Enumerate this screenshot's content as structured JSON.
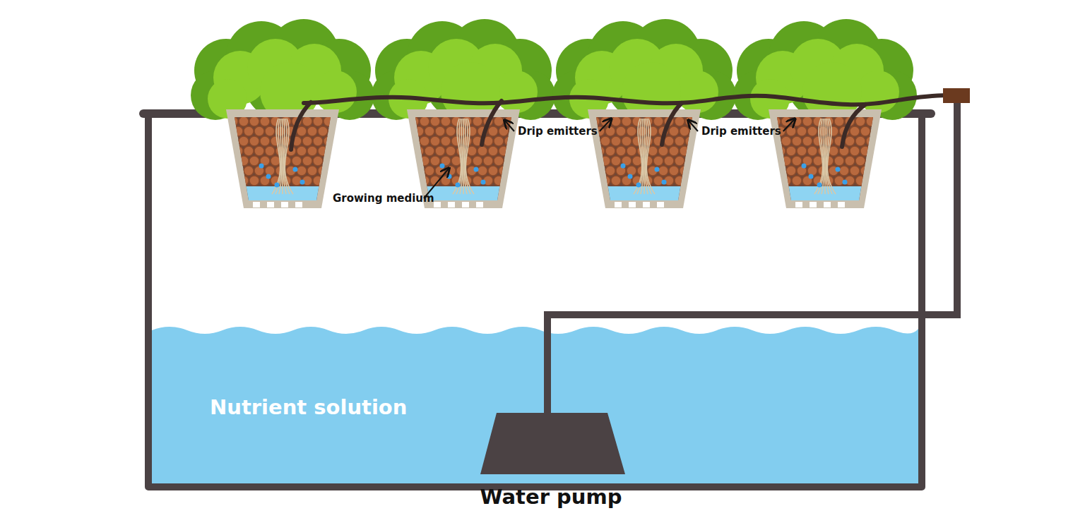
{
  "diagram": {
    "nodes": [
      {
        "text": [
          "Nutrient solution"
        ]
      }
    ],
    "labels": [
      "Drip emitters",
      "Drip emitters",
      "Growing medium",
      "Water pump"
    ]
  }
}
